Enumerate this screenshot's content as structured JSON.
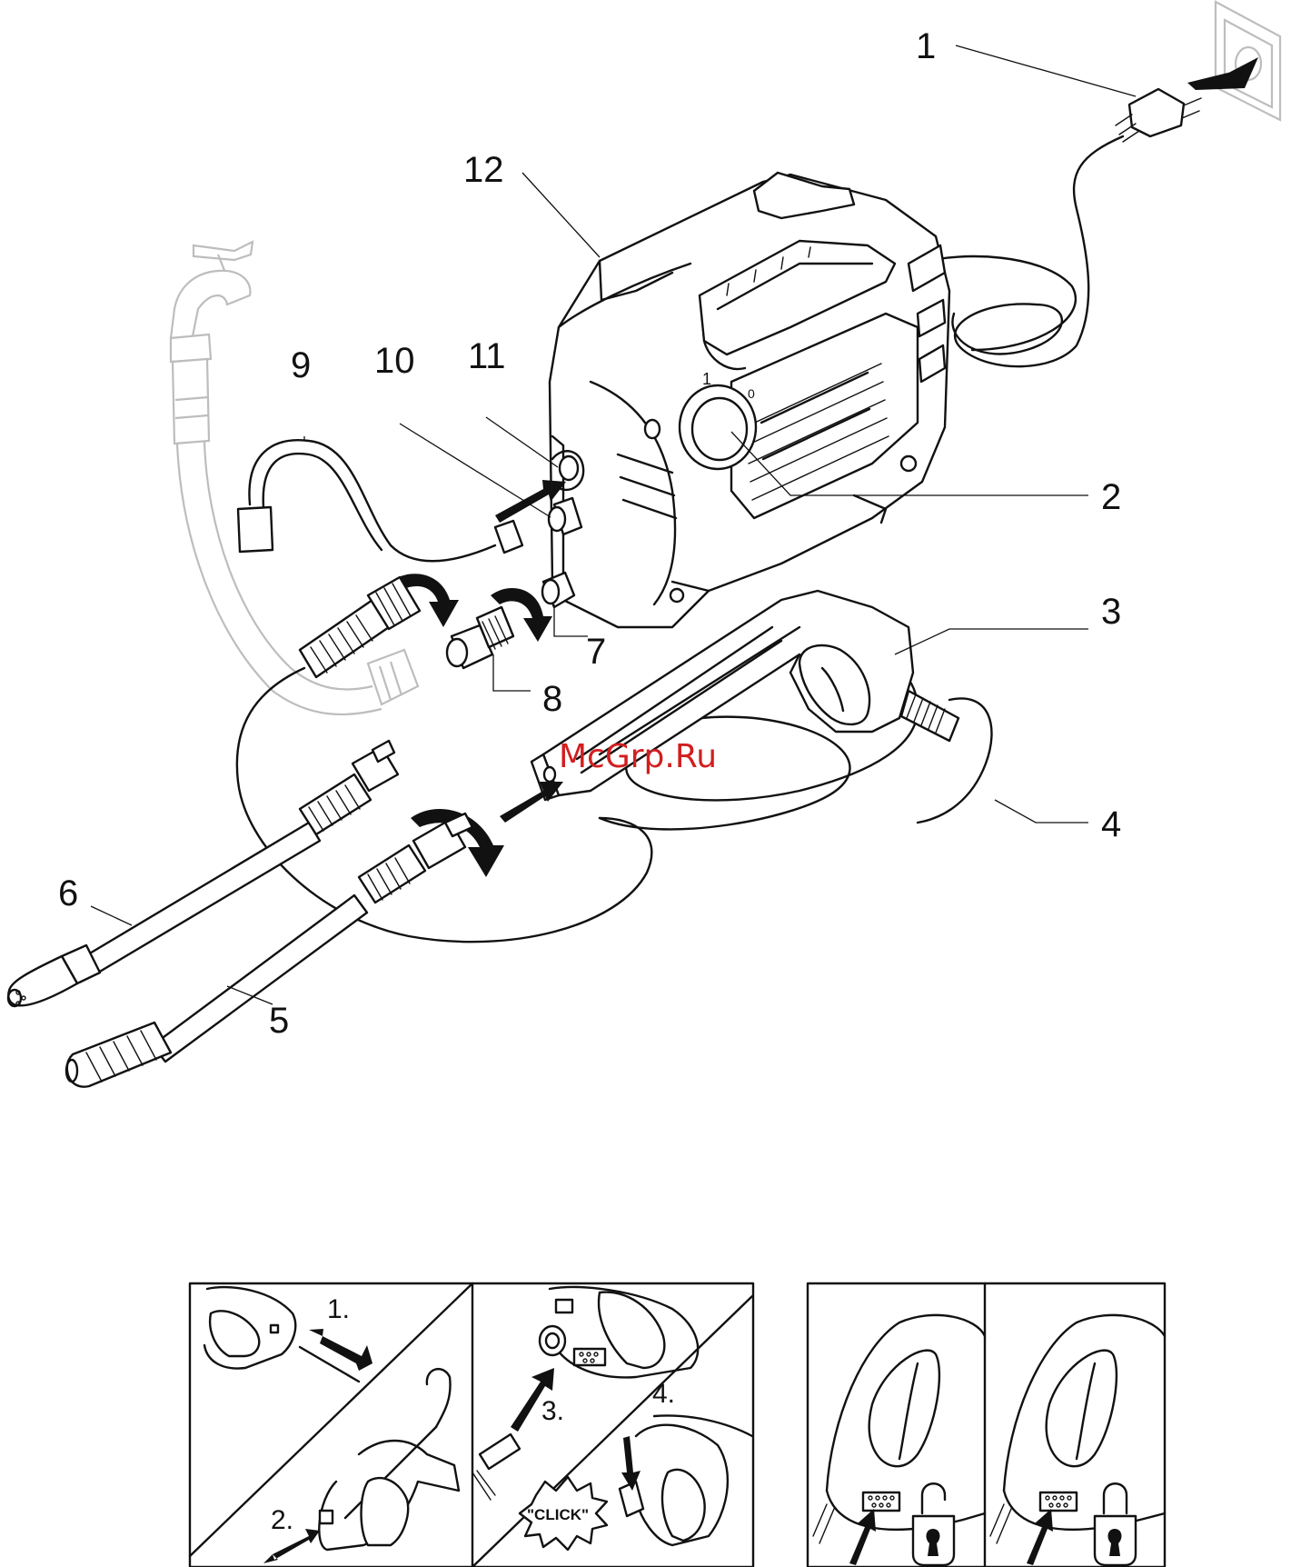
{
  "callouts": [
    "1",
    "2",
    "3",
    "4",
    "5",
    "6",
    "7",
    "8",
    "9",
    "10",
    "11",
    "12"
  ],
  "steps": [
    "1.",
    "2.",
    "3.",
    "4."
  ],
  "click_label": "\"CLICK\"",
  "watermark": "McGrp.Ru",
  "icons": [
    "unlocked-padlock-icon",
    "locked-padlock-icon"
  ],
  "colors": {
    "line": "#111111",
    "watermark": "#d21e1e",
    "faint_parts": "#bdbdbd"
  }
}
